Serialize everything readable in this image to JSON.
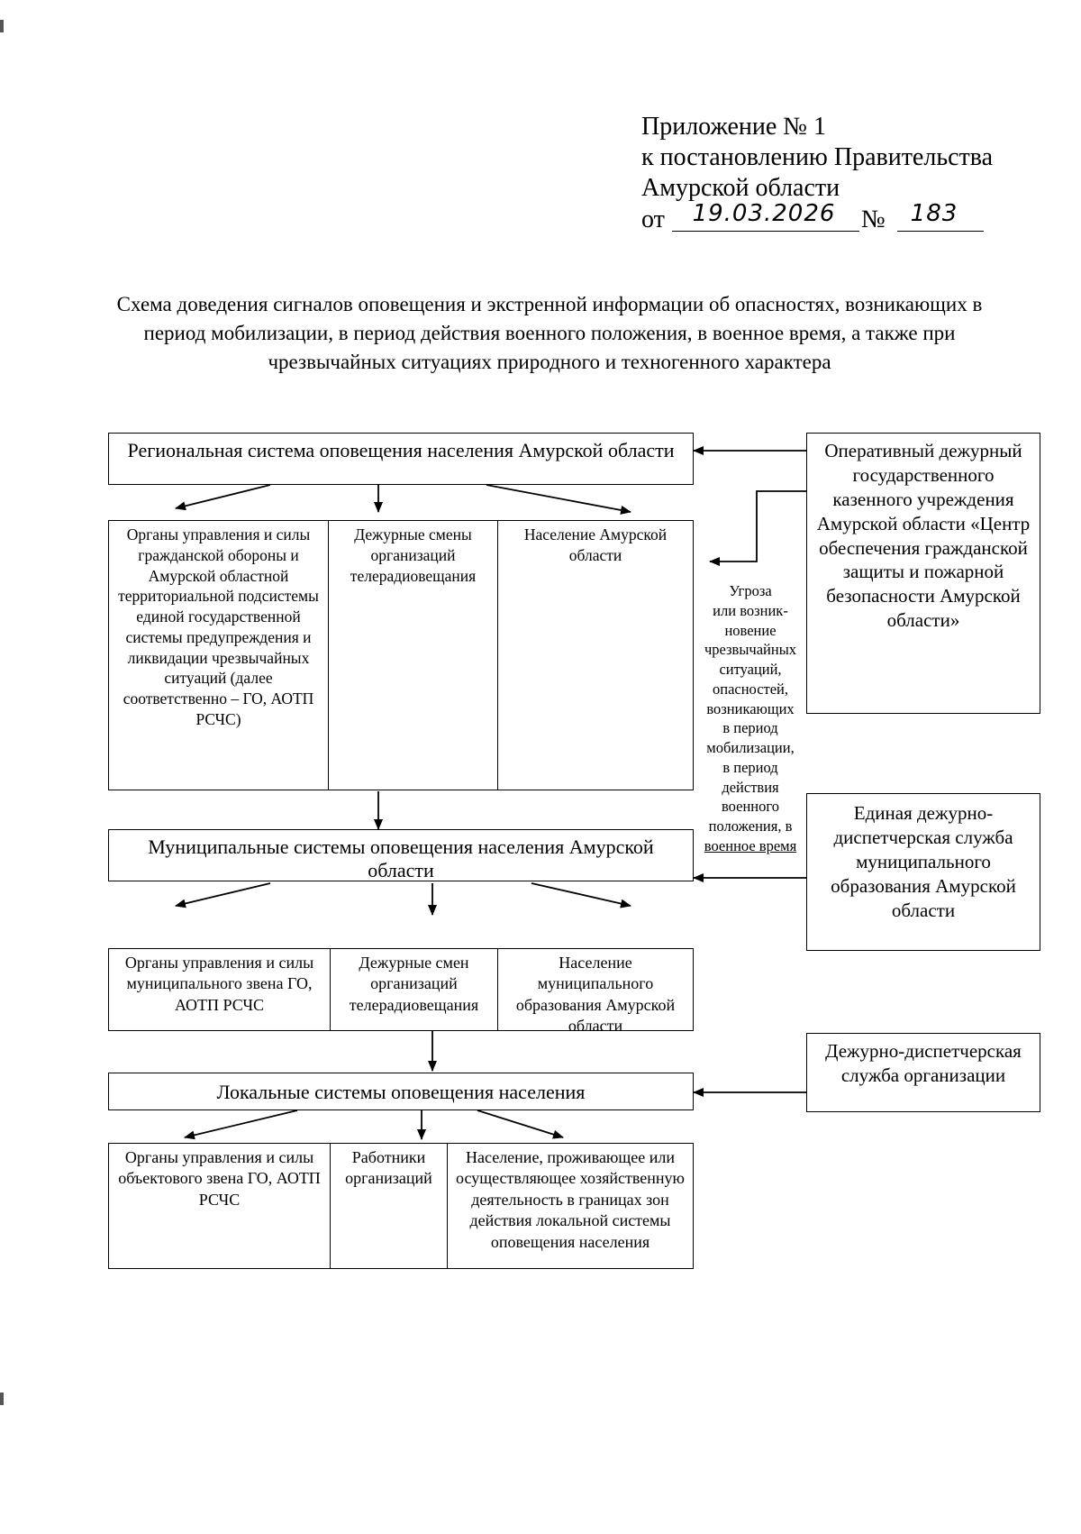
{
  "header": {
    "line1": "Приложение № 1",
    "line2": "к постановлению Правительства",
    "line3": "Амурской области",
    "date_prefix": "от",
    "date_value": "19.03.2026",
    "number_prefix": "№",
    "number_value": "183"
  },
  "title": "Схема доведения сигналов оповещения и экстренной информации об опасностях, возникающих в период мобилизации, в период действия военного положения, в военное время, а также при чрезвычайных ситуациях природного и техногенного характера",
  "regional": {
    "label": "Региональная система оповещения населения Амурской области",
    "cells": [
      "Органы управления и силы гражданской обороны и Амурской областной территориальной подсистемы единой государственной системы предупреждения и ликвидации чрезвычайных ситуаций (далее соответственно – ГО, АОТП РСЧС)",
      "Дежурные смены организаций телерадиовещания",
      "Население Амурской области"
    ]
  },
  "municipal": {
    "label": "Муниципальные системы оповещения населения Амурской области",
    "cells": [
      "Органы управления и силы муниципального звена ГО, АОТП РСЧС",
      "Дежурные смен организаций телерадиовещания",
      "Население муниципального образования Амурской области"
    ]
  },
  "local": {
    "label": "Локальные системы оповещения населения",
    "cells": [
      "Органы управления и силы объектового звена ГО, АОТП РСЧС",
      "Работники организаций",
      "Население, проживающее или осуществляющее хозяйственную деятельность в границах зон действия локальной системы оповещения населения"
    ]
  },
  "side": {
    "operational": "Оперативный дежурный государственного казенного учреждения Амурской области «Центр обеспечения гражданской защиты и пожарной безопасности Амурской области»",
    "eddc": "Единая дежурно-диспетчерская служба муниципального образования Амурской области",
    "org_dispatch": "Дежурно-диспетчерская служба организации"
  },
  "threat": "Угроза или возникновение чрезвычайных ситуаций, опасностей, возникающих в период мобилизации, в период действия военного положения, в военное время",
  "threat_lines": [
    "Угроза",
    "или возник-",
    "новение",
    "чрезвычайных",
    "ситуаций,",
    "опасностей,",
    "возникающих",
    "в период",
    "мобилизации,",
    "в период",
    "действия",
    "военного",
    "положения, в",
    "военное время"
  ],
  "colors": {
    "ink": "#000000",
    "paper": "#ffffff"
  }
}
